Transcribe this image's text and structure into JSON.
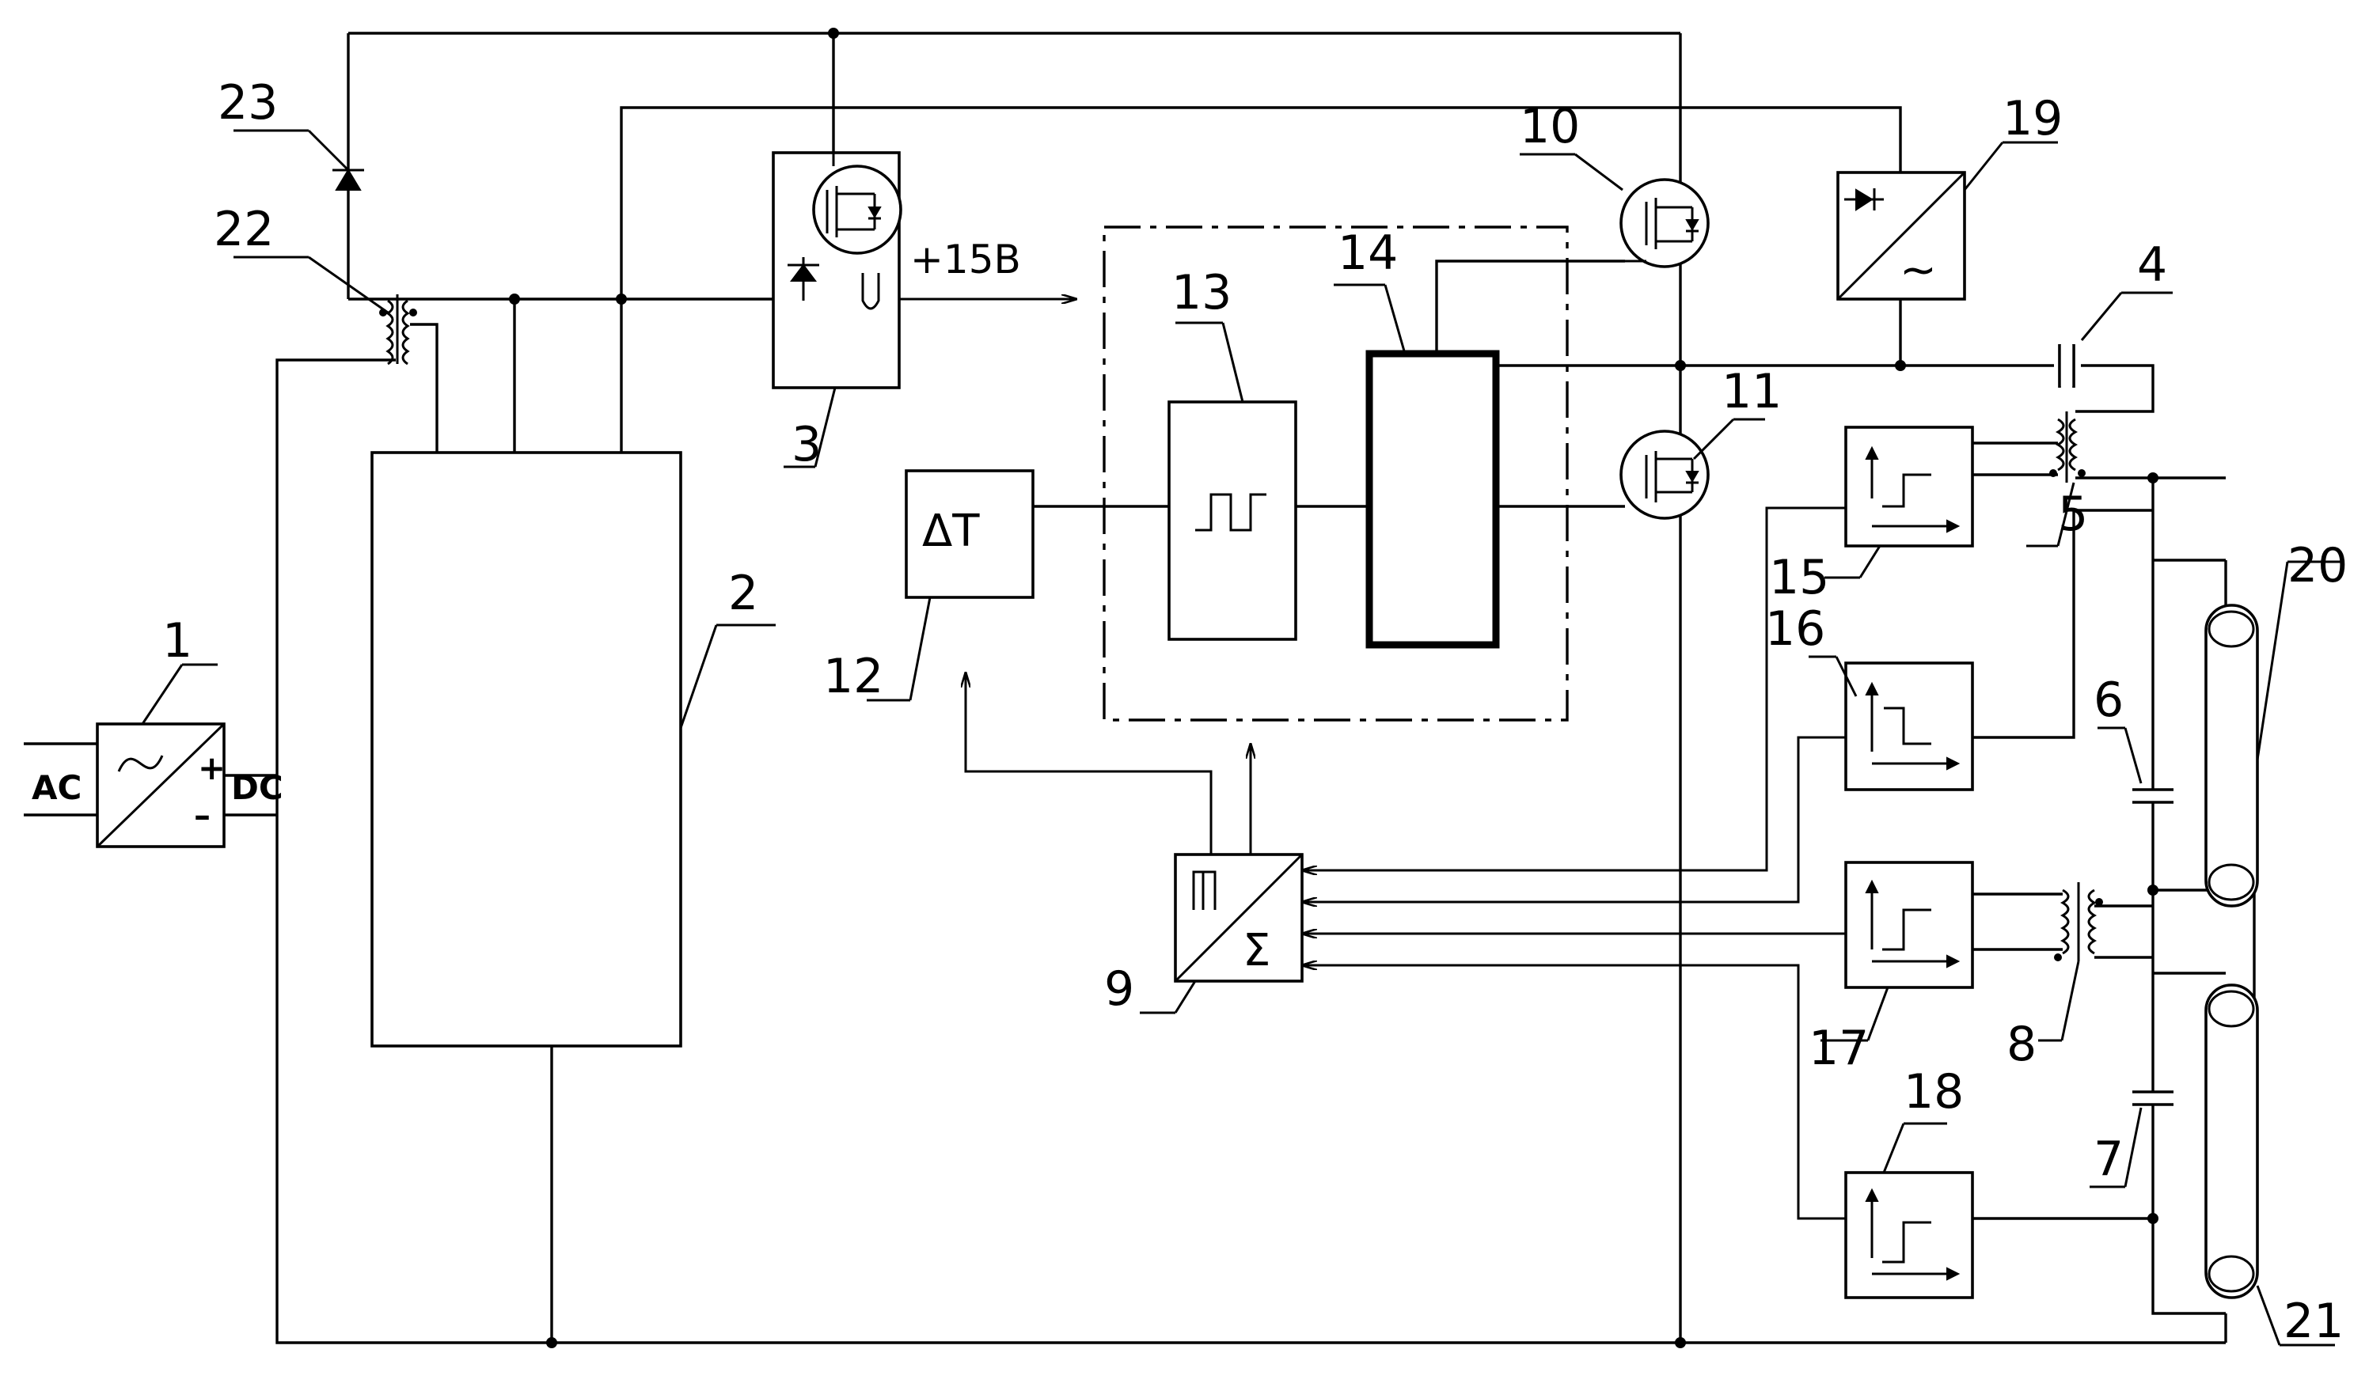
{
  "diagram": {
    "components": {
      "c1": {
        "number": "1",
        "in_label": "AC",
        "out_label": "DC",
        "plus": "+",
        "minus": "–"
      },
      "c2": {
        "number": "2"
      },
      "c3": {
        "number": "3",
        "voltage": "+15B"
      },
      "c4": {
        "number": "4"
      },
      "c5": {
        "number": "5"
      },
      "c6": {
        "number": "6"
      },
      "c7": {
        "number": "7"
      },
      "c8": {
        "number": "8"
      },
      "c9": {
        "number": "9",
        "symbol": "Σ"
      },
      "c10": {
        "number": "10"
      },
      "c11": {
        "number": "11"
      },
      "c12": {
        "number": "12",
        "symbol": "ΔT"
      },
      "c13": {
        "number": "13"
      },
      "c14": {
        "number": "14"
      },
      "c15": {
        "number": "15"
      },
      "c16": {
        "number": "16"
      },
      "c17": {
        "number": "17"
      },
      "c18": {
        "number": "18"
      },
      "c19": {
        "number": "19",
        "symbol": "~"
      },
      "c20": {
        "number": "20"
      },
      "c21": {
        "number": "21"
      },
      "c22": {
        "number": "22"
      },
      "c23": {
        "number": "23"
      }
    }
  }
}
